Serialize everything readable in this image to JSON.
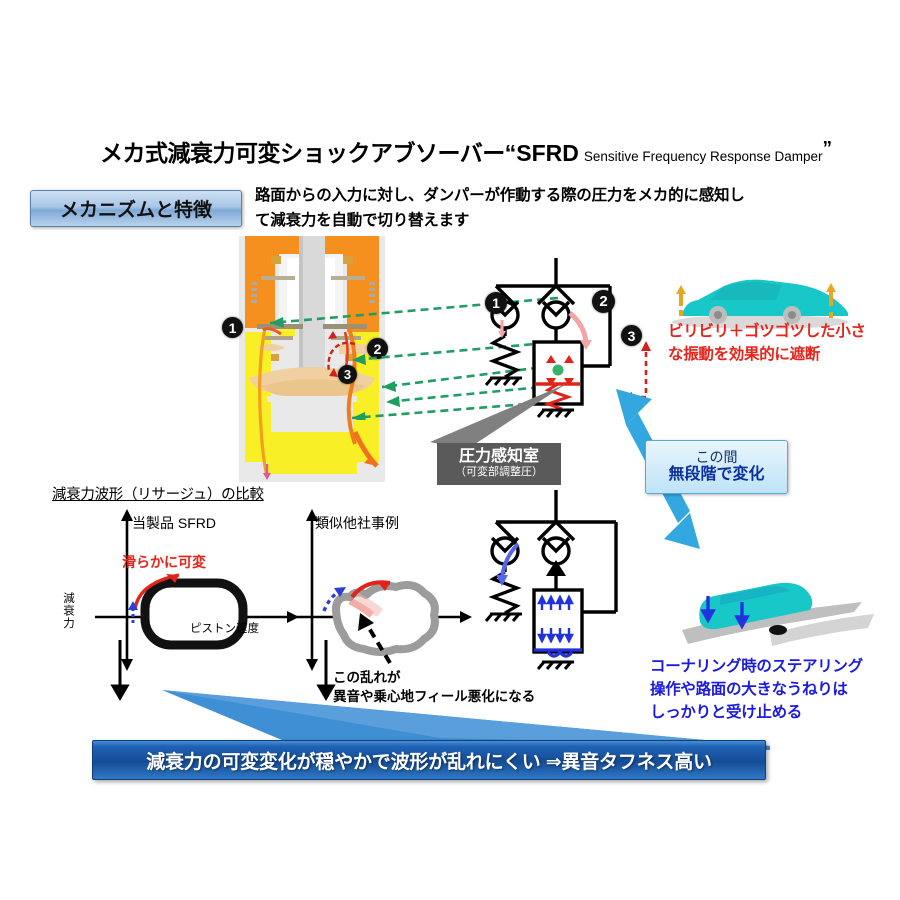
{
  "title": {
    "jp": "メカ式減衰力可変ショックアブソーバー",
    "quote_open": "“",
    "sfrd": "SFRD",
    "english": "Sensitive Frequency Response Damper",
    "quote_close": "”"
  },
  "mechanism_chip": {
    "label": "メカニズムと特徴"
  },
  "lead": {
    "line1": "路面からの入力に対し、ダンパーが作動する際の圧力をメカ的に感知し",
    "line2": "て減衰力を自動で切り替えます"
  },
  "callouts": {
    "one": "1",
    "two": "2",
    "three": "3"
  },
  "pressure_label": {
    "line1": "圧力感知室",
    "line2": "（可変部調整圧）"
  },
  "kono_box": {
    "line1": "この間",
    "line2": "無段階で変化"
  },
  "caption_red": {
    "line1": "ビリビリ＋ゴツゴツした小さ",
    "line2": "な振動を効果的に遮断"
  },
  "caption_blue": {
    "line1": "コーナリング時のステアリング",
    "line2": "操作や路面の大きなうねりは",
    "line3": "しっかりと受け止める"
  },
  "lissajous": {
    "section_title": "減衰力波形（リサージュ）の比較",
    "left_chart_name": "当製品  SFRD",
    "right_chart_name": "類似他社事例",
    "smooth_label": "滑らかに可変",
    "y_axis": "減衰力",
    "x_axis": "ピストン速度",
    "disturb_line1": "この乱れが",
    "disturb_line2": "異音や乗心地フィール悪化になる"
  },
  "banner": {
    "text": "減衰力の可変変化が穏やかで波形が乱れにくい  ⇒異音タフネス高い"
  },
  "colors": {
    "accent_blue": "#1f62b4",
    "light_blue_arrow": "#33a8e0",
    "red_text": "#e8231a",
    "blue_text": "#1a1ae0",
    "green_dash": "#1f9d62",
    "car_teal": "#18c8c8",
    "cutaway_orange": "#f5901e",
    "cutaway_yellow": "#f8ef26",
    "cutaway_tan": "#f0cfa0",
    "gray_label": "#5a5a5a"
  },
  "chart_data": [
    {
      "type": "line",
      "title": "当製品  SFRD",
      "xlabel": "ピストン速度",
      "ylabel": "減衰力",
      "annotation": "滑らかに可変",
      "curve": "smooth closed lissajous loop, rounded rectangle outline, thick black",
      "grid": false,
      "legend": "none"
    },
    {
      "type": "line",
      "title": "類似他社事例",
      "xlabel": "ピストン速度",
      "ylabel": "減衰力",
      "annotation": "この乱れが 異音や乗心地フィール悪化になる",
      "curve": "irregular closed lissajous loop with disturbance notch on upper-left, thick gray",
      "grid": false,
      "legend": "none"
    }
  ]
}
